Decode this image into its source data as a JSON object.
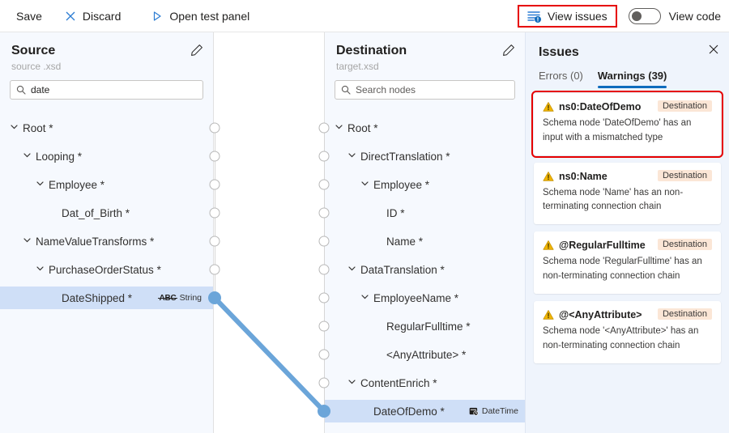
{
  "toolbar": {
    "save_label": "Save",
    "discard_label": "Discard",
    "open_test_panel_label": "Open test panel",
    "view_issues_label": "View issues",
    "view_code_label": "View code",
    "view_code_toggle_state": "off",
    "accent_color": "#0f6cbd",
    "highlight_color": "#e60000"
  },
  "source_panel": {
    "title": "Source",
    "subtitle": "source .xsd",
    "edit_icon": "pencil-icon",
    "search": {
      "value": "date",
      "placeholder": "Search nodes"
    },
    "nodes": [
      {
        "label": "Root *",
        "depth": 0,
        "expandable": true,
        "selected": false,
        "type": ""
      },
      {
        "label": "Looping *",
        "depth": 1,
        "expandable": true,
        "selected": false,
        "type": ""
      },
      {
        "label": "Employee *",
        "depth": 2,
        "expandable": true,
        "selected": false,
        "type": ""
      },
      {
        "label": "Dat_of_Birth *",
        "depth": 3,
        "expandable": false,
        "selected": false,
        "type": ""
      },
      {
        "label": "NameValueTransforms *",
        "depth": 1,
        "expandable": true,
        "selected": false,
        "type": ""
      },
      {
        "label": "PurchaseOrderStatus *",
        "depth": 2,
        "expandable": true,
        "selected": false,
        "type": ""
      },
      {
        "label": "DateShipped *",
        "depth": 3,
        "expandable": false,
        "selected": true,
        "type": "String",
        "type_icon": "abc-string-icon"
      }
    ]
  },
  "destination_panel": {
    "title": "Destination",
    "subtitle": "target.xsd",
    "edit_icon": "pencil-icon",
    "search": {
      "value": "",
      "placeholder": "Search nodes"
    },
    "nodes": [
      {
        "label": "Root *",
        "depth": 0,
        "expandable": true,
        "selected": false,
        "type": ""
      },
      {
        "label": "DirectTranslation *",
        "depth": 1,
        "expandable": true,
        "selected": false,
        "type": ""
      },
      {
        "label": "Employee *",
        "depth": 2,
        "expandable": true,
        "selected": false,
        "type": ""
      },
      {
        "label": "ID *",
        "depth": 3,
        "expandable": false,
        "selected": false,
        "type": ""
      },
      {
        "label": "Name *",
        "depth": 3,
        "expandable": false,
        "selected": false,
        "type": ""
      },
      {
        "label": "DataTranslation *",
        "depth": 1,
        "expandable": true,
        "selected": false,
        "type": ""
      },
      {
        "label": "EmployeeName *",
        "depth": 2,
        "expandable": true,
        "selected": false,
        "type": ""
      },
      {
        "label": "RegularFulltime *",
        "depth": 3,
        "expandable": false,
        "selected": false,
        "type": ""
      },
      {
        "label": "<AnyAttribute> *",
        "depth": 3,
        "expandable": false,
        "selected": false,
        "type": ""
      },
      {
        "label": "ContentEnrich *",
        "depth": 1,
        "expandable": true,
        "selected": false,
        "type": ""
      },
      {
        "label": "DateOfDemo *",
        "depth": 2,
        "expandable": false,
        "selected": true,
        "type": "DateTime",
        "type_icon": "calendar-clock-icon"
      }
    ]
  },
  "connection": {
    "from_node": "DateShipped *",
    "to_node": "DateOfDemo *",
    "color": "#6ba5d9"
  },
  "issues_panel": {
    "title": "Issues",
    "close_icon": "close-icon",
    "tabs": [
      {
        "label": "Errors (0)",
        "active": false
      },
      {
        "label": "Warnings (39)",
        "active": true
      }
    ],
    "items": [
      {
        "icon": "warning-icon",
        "name": "ns0:DateOfDemo",
        "scope": "Destination",
        "description": "Schema node 'DateOfDemo' has an input with a mismatched type",
        "highlighted": true
      },
      {
        "icon": "warning-icon",
        "name": "ns0:Name",
        "scope": "Destination",
        "description": "Schema node 'Name' has an non-terminating connection chain",
        "highlighted": false
      },
      {
        "icon": "warning-icon",
        "name": "@RegularFulltime",
        "scope": "Destination",
        "description": "Schema node 'RegularFulltime' has an non-terminating connection chain",
        "highlighted": false
      },
      {
        "icon": "warning-icon",
        "name": "@<AnyAttribute>",
        "scope": "Destination",
        "description": "Schema node '<AnyAttribute>' has an non-terminating connection chain",
        "highlighted": false
      }
    ]
  }
}
